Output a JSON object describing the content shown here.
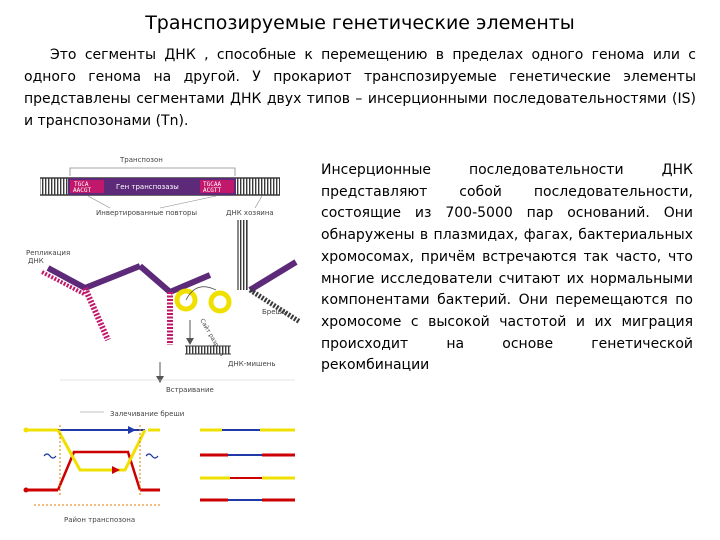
{
  "title": "Транспозируемые генетические элементы",
  "intro": "Это сегменты ДНК , способные к перемещению в пределах одного генома или с одного генома на другой. У прокариот транспозируемые генетические элементы представлены сегментами ДНК двух типов – инсерционными последовательностями (IS) и транспозонами (Tn).",
  "side_text": "Инсерционные последовательности ДНК представляют собой последовательности, состоящие из 700-5000 пар оснований. Они обнаружены в плазмидах, фагах, бактериальных хромосомах, причём встречаются так часто, что многие исследователи считают их нормальными компонентами бактерий. Они перемещаются по хромосоме с высокой частотой и их миграция происходит на основе генетической рекомбинации",
  "figure": {
    "transposon": "Транспозон",
    "seq_left_top": "TGCA",
    "seq_left_bottom": "AACGT",
    "transposase_gene": "Ген транспозазы",
    "seq_right_top": "TGCAA",
    "seq_right_bottom": "ACGTT",
    "inverted_repeats": "Инвертированные повторы",
    "host_dna": "ДНК хозяина",
    "replication_line1": "Репликация",
    "replication_line2": "ДНК",
    "gap": "Брешь",
    "cut_site": "Сайт разреза",
    "target_dna": "ДНК-мишень",
    "insertion": "Встраивание",
    "gap_repair": "Залечивание бреши",
    "transposon_region": "Район транспозона"
  },
  "colors": {
    "magenta": "#c2186b",
    "purple": "#5d2a7a",
    "dna_dark": "#3a3a3a",
    "yellow": "#f0e000",
    "red": "#cc0000",
    "blue": "#1f3aa8",
    "orange": "#e07a00"
  }
}
